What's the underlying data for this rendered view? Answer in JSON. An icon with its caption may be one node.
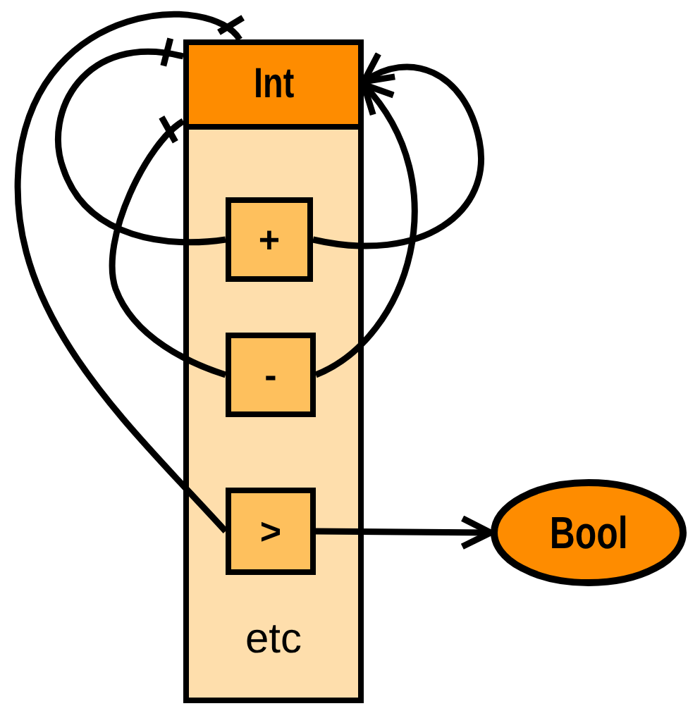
{
  "diagram": {
    "nodes": [
      {
        "text": [
          "Int",
          "etc"
        ]
      },
      {
        "text": [
          "+"
        ],
        "in": 0
      },
      {
        "text": [
          "-"
        ],
        "in": 0
      },
      {
        "text": [
          ">"
        ],
        "in": 0
      },
      {
        "text": [
          "Bool"
        ]
      }
    ],
    "edges": [
      {
        "from": 0,
        "to": 1,
        "arrow": "other"
      },
      {
        "from": 0,
        "to": 2,
        "arrow": "other"
      },
      {
        "from": 0,
        "to": 3,
        "arrow": "other"
      },
      {
        "from": 1,
        "to": 0,
        "arrow": "to"
      },
      {
        "from": 2,
        "to": 0,
        "arrow": "to"
      },
      {
        "from": 3,
        "to": 4,
        "arrow": "to"
      }
    ]
  }
}
